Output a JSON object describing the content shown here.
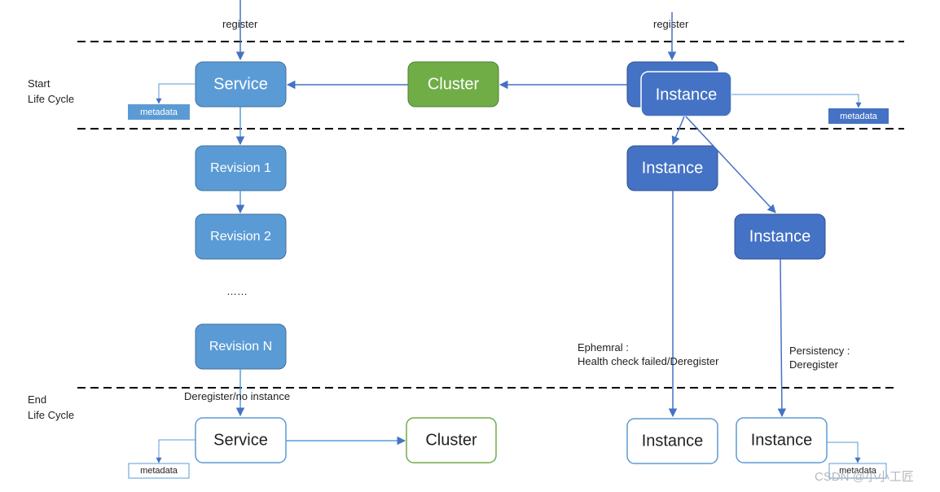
{
  "colors": {
    "service_blue": "#5b9bd5",
    "service_border": "#41719c",
    "instance_blue": "#4472c4",
    "instance_border": "#2f528f",
    "cluster_green": "#70ad47",
    "cluster_border": "#507e32",
    "arrow": "#4472c4",
    "outline_blue": "#5b9bd5",
    "outline_green": "#70ad47",
    "divider": "#000000"
  },
  "labels": {
    "register_left": "register",
    "register_right": "register",
    "start_line1": "Start",
    "start_line2": "Life Cycle",
    "end_line1": "End",
    "end_line2": "Life Cycle",
    "ellipsis": "……",
    "deregister_no_instance": "Deregister/no instance",
    "ephemeral_line1": "Ephemral :",
    "ephemeral_line2": "Health check failed/Deregister",
    "persistency_line1": "Persistency :",
    "persistency_line2": "Deregister"
  },
  "nodes": {
    "service_start": "Service",
    "cluster_start": "Cluster",
    "instance_stack_back": "",
    "instance_stack_front": "Instance",
    "revision_1": "Revision 1",
    "revision_2": "Revision 2",
    "revision_n": "Revision N",
    "instance_mid_1": "Instance",
    "instance_mid_2": "Instance",
    "service_end": "Service",
    "cluster_end": "Cluster",
    "instance_end_1": "Instance",
    "instance_end_2": "Instance"
  },
  "metadata": {
    "service_start": "metadata",
    "instance_start": "metadata",
    "service_end": "metadata",
    "instance_end": "metadata"
  },
  "watermark": "CSDN @小小工匠"
}
